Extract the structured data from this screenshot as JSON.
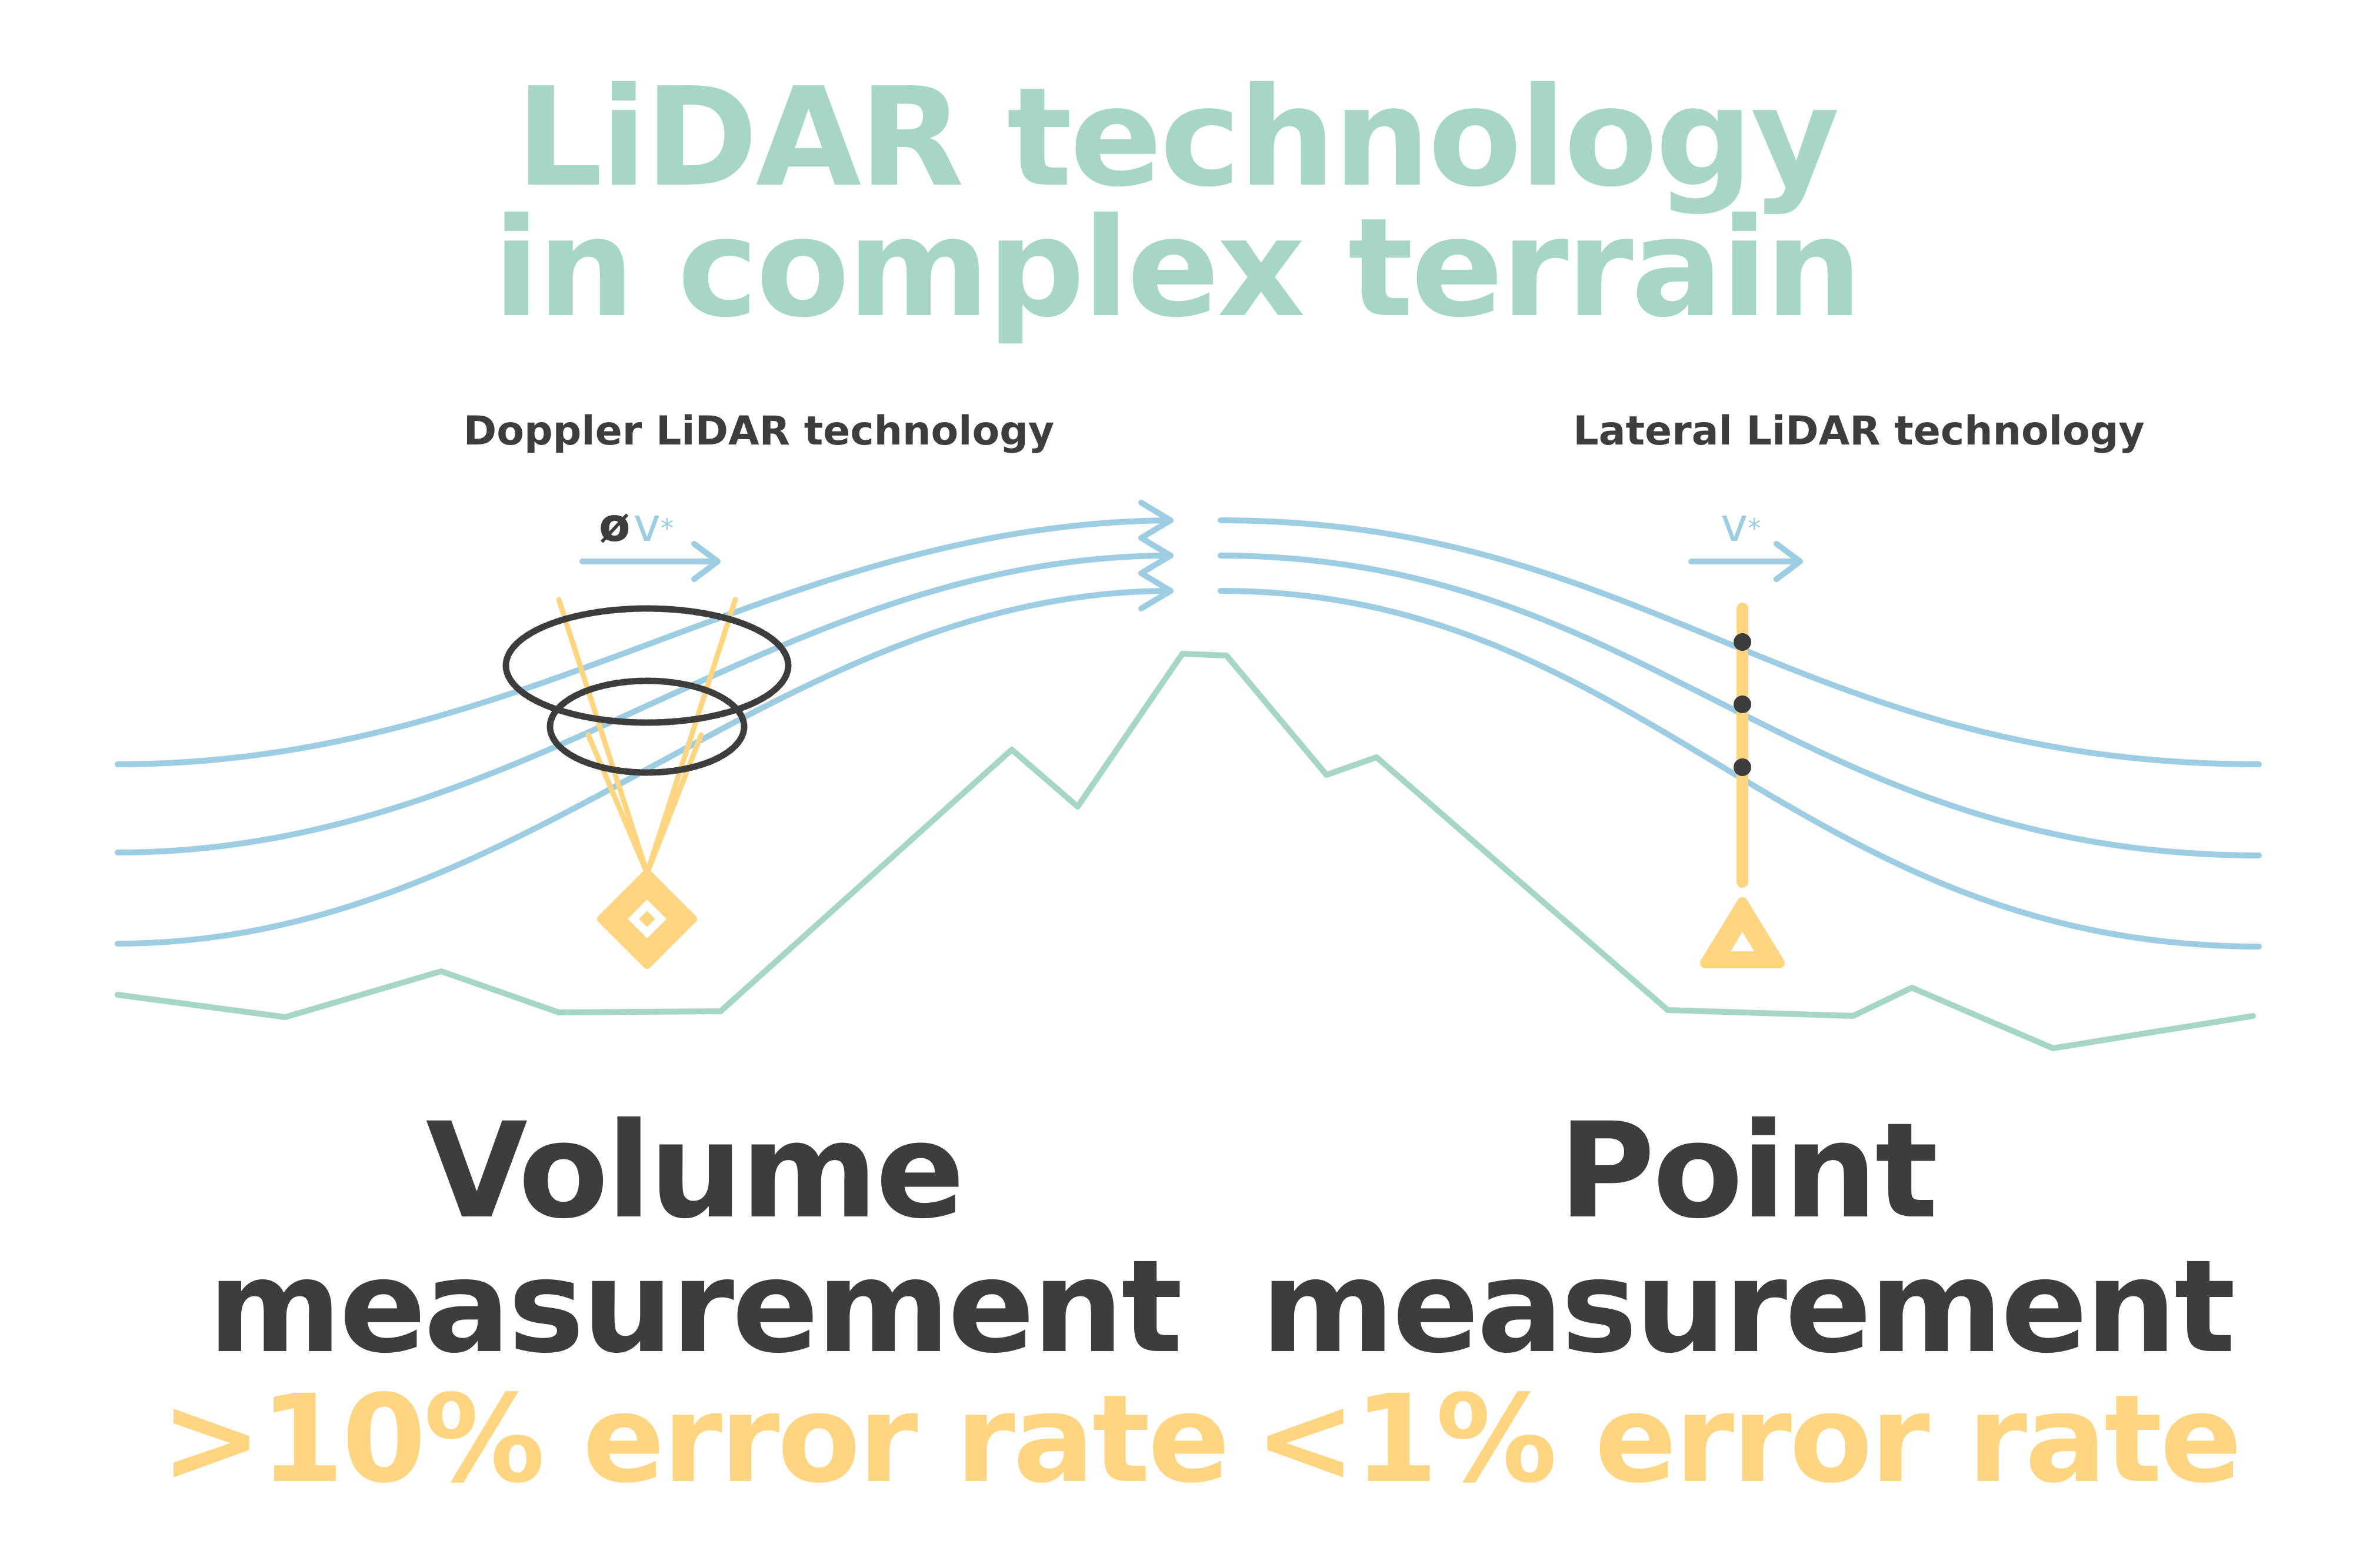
{
  "colors": {
    "teal": "#a6d6c4",
    "blue": "#9dcde3",
    "yellow": "#ffd581",
    "dark": "#3d3d3b"
  },
  "title": {
    "line1": "LiDAR technology",
    "line2": "in complex terrain"
  },
  "left": {
    "label": "Doppler LiDAR technology",
    "symbol": "ø",
    "variable": "v",
    "variable_sup": "*",
    "heading_line1": "Volume",
    "heading_line2": "measurement",
    "error": ">10% error rate"
  },
  "right": {
    "label": "Lateral LiDAR technology",
    "variable": "v",
    "variable_sup": "*",
    "heading_line1": "Point",
    "heading_line2": "measurement",
    "error": "<1% error rate"
  },
  "icons": {
    "doppler_device": "diamond-lidar-icon",
    "lateral_device": "triangle-lidar-icon"
  }
}
